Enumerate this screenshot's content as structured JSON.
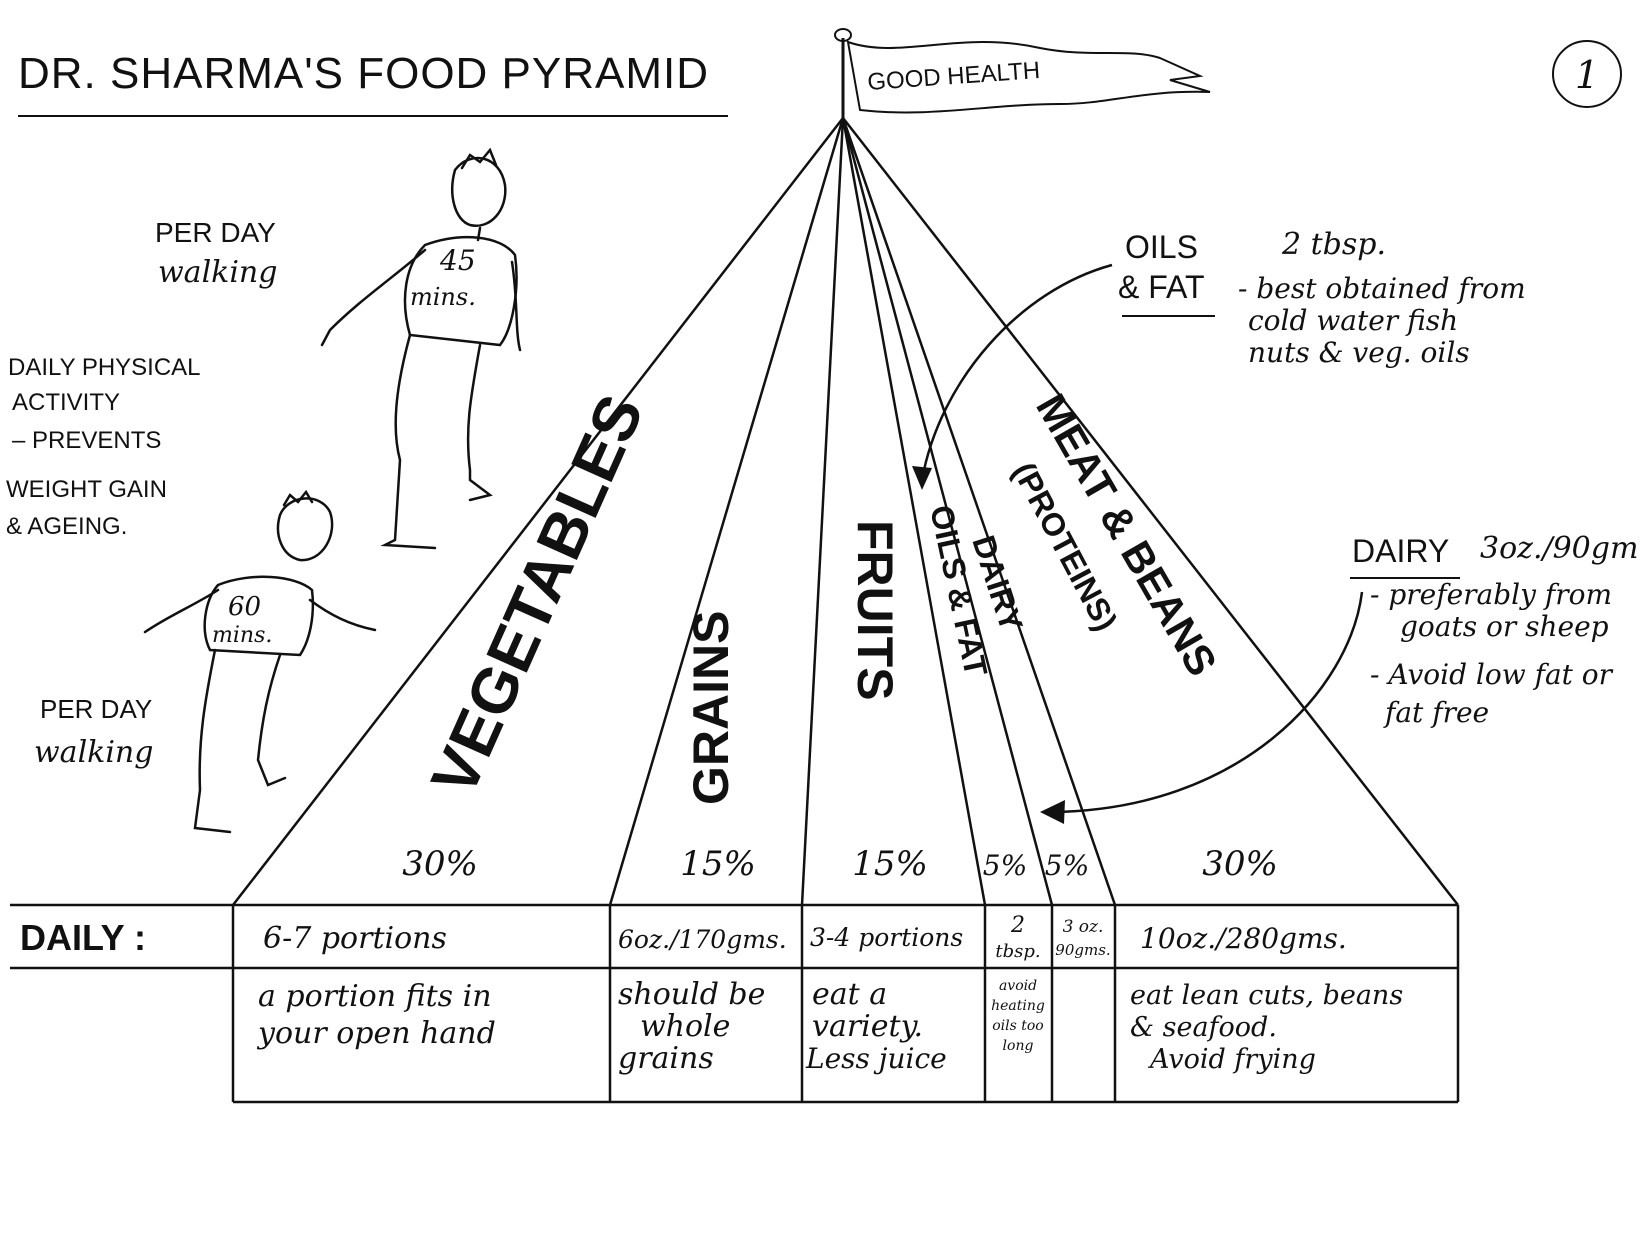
{
  "title": "DR. SHARMA'S FOOD PYRAMID",
  "page_number": "1",
  "flag_text": "GOOD HEALTH",
  "exercise": {
    "adult": {
      "label_line1": "PER DAY",
      "label_line2": "walking",
      "shirt_line1": "45",
      "shirt_line2": "mins."
    },
    "child": {
      "label_line1": "PER DAY",
      "label_line2": "walking",
      "shirt_line1": "60",
      "shirt_line2": "mins."
    },
    "note": [
      "DAILY PHYSICAL",
      "ACTIVITY",
      "– PREVENTS",
      "WEIGHT GAIN",
      "& AGEING."
    ]
  },
  "sections": [
    {
      "name": "VEGETABLES",
      "percent": "30%",
      "daily": "6-7 portions",
      "note": [
        "a portion fits in",
        "your open hand"
      ]
    },
    {
      "name": "GRAINS",
      "percent": "15%",
      "daily": "6oz./170gms.",
      "note": [
        "should be",
        "whole",
        "grains"
      ]
    },
    {
      "name": "FRUITS",
      "percent": "15%",
      "daily": "3-4 portions",
      "note": [
        "eat a",
        "variety.",
        "Less juice"
      ]
    },
    {
      "name": "OILS & FAT",
      "percent": "5%",
      "daily": [
        "2",
        "tbsp."
      ],
      "note": [
        "avoid",
        "heating",
        "oils too",
        "long"
      ]
    },
    {
      "name": "DAIRY",
      "percent": "5%",
      "daily": [
        "3 oz.",
        "90gms."
      ],
      "note": []
    },
    {
      "name": "MEAT & BEANS",
      "sub": "(PROTEINS)",
      "percent": "30%",
      "daily": "10oz./280gms.",
      "note": [
        "eat lean cuts, beans",
        "& seafood.",
        "Avoid frying"
      ]
    }
  ],
  "daily_label": "DAILY :",
  "callouts": {
    "oils": {
      "label_line1": "OILS",
      "label_line2": "& FAT",
      "amount": "2 tbsp.",
      "lines": [
        "- best obtained from",
        "cold water fish",
        "nuts & veg. oils"
      ]
    },
    "dairy": {
      "label": "DAIRY",
      "amount": "3oz./90gm",
      "lines": [
        "- preferably from",
        "goats or sheep",
        "- Avoid low fat or",
        "fat free"
      ]
    }
  }
}
